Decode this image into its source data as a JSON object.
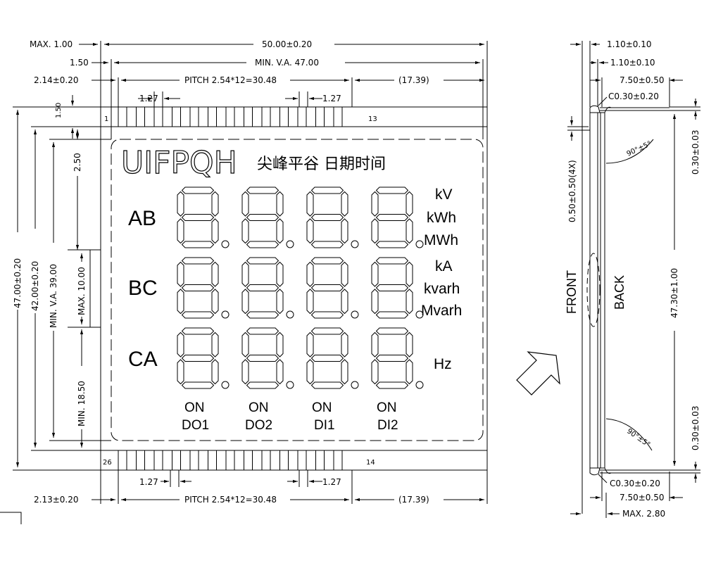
{
  "brand": "UIFPQH",
  "brand_cjk": "尖峰平谷 日期时间",
  "rows": [
    {
      "label": "AB",
      "units": [
        "kV",
        "kWh",
        "MWh"
      ]
    },
    {
      "label": "BC",
      "units": [
        "kA",
        "kvarh",
        "Mvarh"
      ]
    },
    {
      "label": "CA",
      "units": [
        "Hz"
      ]
    }
  ],
  "status": [
    {
      "state": "ON",
      "name": "DO1"
    },
    {
      "state": "ON",
      "name": "DO2"
    },
    {
      "state": "ON",
      "name": "DI1"
    },
    {
      "state": "ON",
      "name": "DI2"
    }
  ],
  "pins": {
    "top_first": "1",
    "top_last": "13",
    "bottom_first": "26",
    "bottom_last": "14"
  },
  "front_dims": {
    "max_left": "MAX. 1.00",
    "pin_edge": "1.50",
    "pin_offset_top": "2.14±0.20",
    "pin_offset_bottom": "2.13±0.20",
    "total_width": "50.00±0.20",
    "view_area_width": "MIN. V.A. 47.00",
    "pitch_top": "PITCH 2.54*12=30.48",
    "pitch_bottom": "PITCH 2.54*12=30.48",
    "remainder_top": "(17.39)",
    "remainder_bottom": "(17.39)",
    "pin_width": "1.27",
    "pin_len": "1.50",
    "margin_top": "2.50",
    "total_height": "47.00±0.20",
    "inner_height": "42.00±0.20",
    "view_area_height": "MIN. V.A. 39.00",
    "max_tab": "MAX. 10.00",
    "min_tab": "MIN. 18.50"
  },
  "side_dims": {
    "top1": "1.10±0.10",
    "top2": "1.10±0.10",
    "top3": "7.50±0.50",
    "chamfer_top": "C0.30±0.20",
    "chamfer_bottom": "C0.30±0.20",
    "bottom1": "7.50±0.50",
    "max_thickness": "MAX. 2.80",
    "angle_top": "90°±5°",
    "angle_bottom": "90°±5°",
    "lead": "0.50±0.50(4X)",
    "tol_top": "0.30±0.03",
    "tol_bottom": "0.30±0.03",
    "height": "47.30±1.00",
    "front": "FRONT",
    "back": "BACK"
  },
  "colors": {
    "line": "#000000",
    "background": "#ffffff"
  }
}
